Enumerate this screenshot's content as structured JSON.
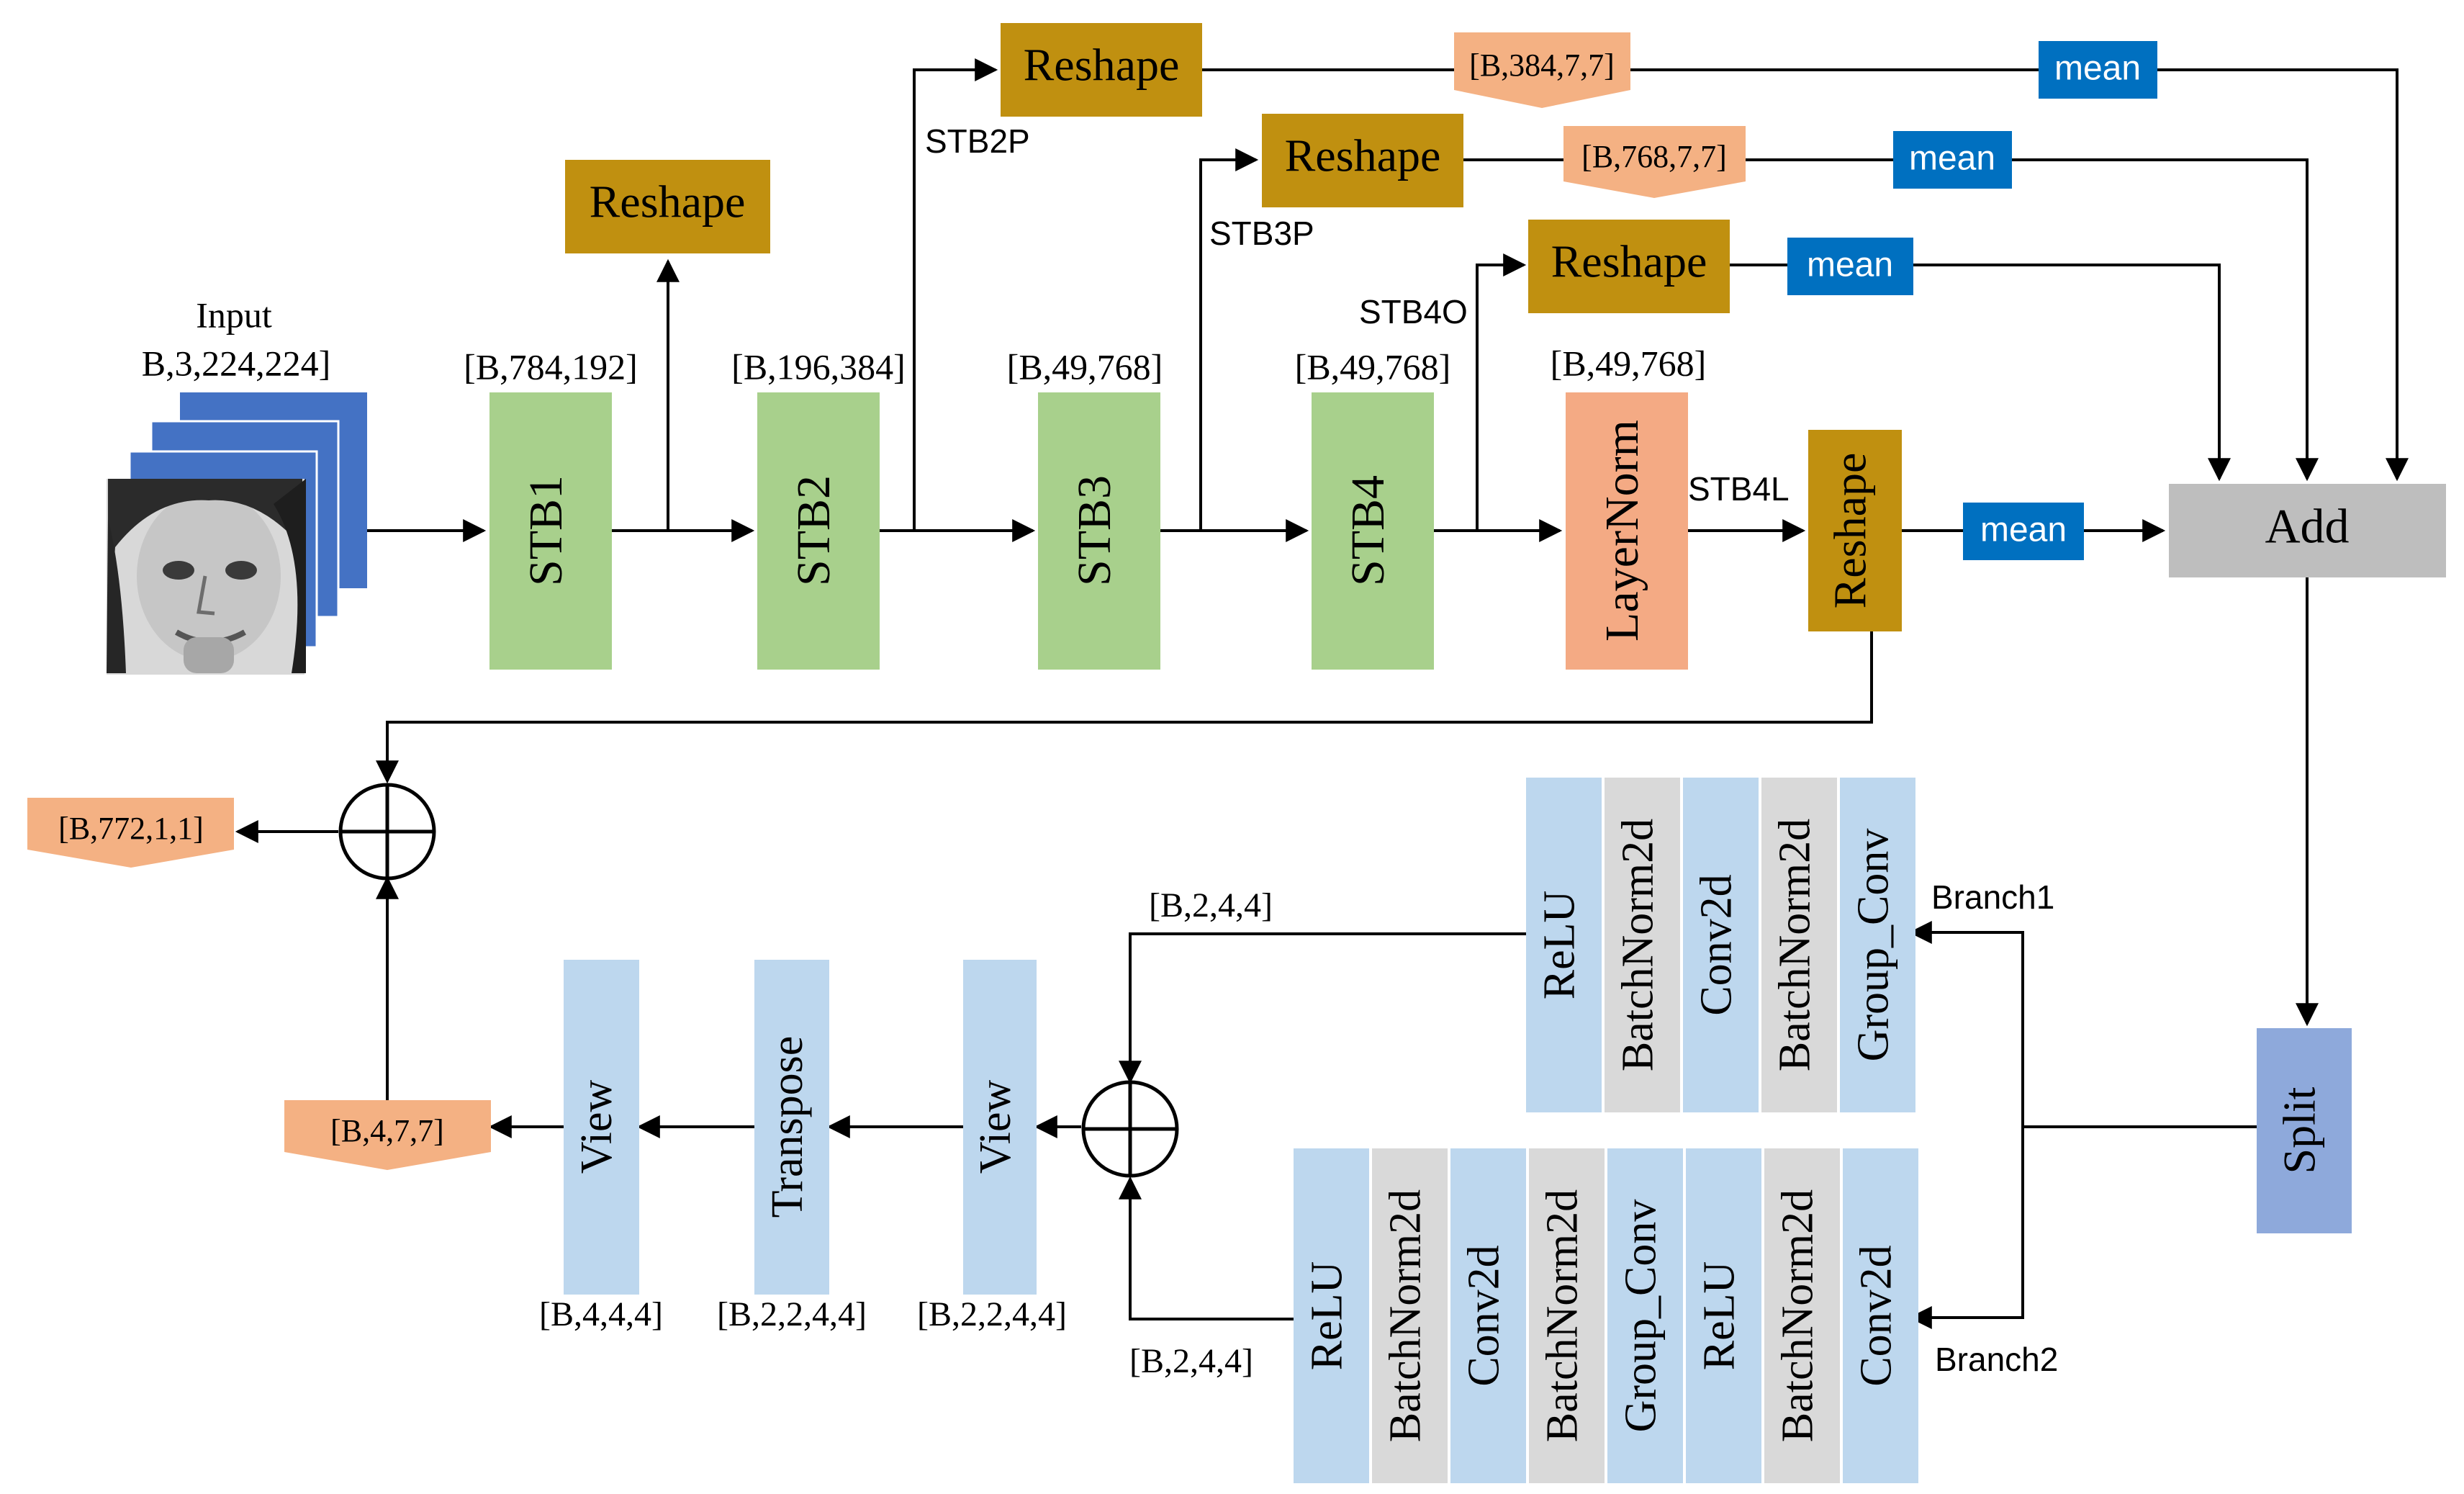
{
  "colors": {
    "reshape": "#C09010",
    "stb": "#A8D08C",
    "layernorm": "#F4AA84",
    "mean": "#0070C0",
    "add": "#BEBEBE",
    "split": "#8EA9DB",
    "blue_block": "#BDD7EE",
    "gray_block": "#D9D9D9",
    "tensor": "#F4B183",
    "input_stack": "#4472C4",
    "line": "#000000"
  },
  "input": {
    "title": "Input",
    "shape": "B,3,224,224]"
  },
  "stages": {
    "stb1": "STB1",
    "stb2": "STB2",
    "stb3": "STB3",
    "stb4": "STB4",
    "layernorm": "LayerNorm"
  },
  "shapes": {
    "s1": "[B,784,192]",
    "s2": "[B,196,384]",
    "s3": "[B,49,768]",
    "s4": "[B,49,768]",
    "s5": "[B,49,768]"
  },
  "reshape": {
    "top_stb1": "Reshape",
    "stb2p": "Reshape",
    "stb3p": "Reshape",
    "stb4o": "Reshape",
    "stb4l": "Reshape"
  },
  "tap_labels": {
    "stb2p": "STB2P",
    "stb3p": "STB3P",
    "stb4o": "STB4O",
    "stb4l": "STB4L"
  },
  "tensors": {
    "t384": "[B,384,7,7]",
    "t768": "[B,768,7,7]",
    "out": "[B,772,1,1]",
    "t4": "[B,4,7,7]"
  },
  "mean": {
    "m1": "mean",
    "m2": "mean",
    "m3": "mean",
    "m4": "mean"
  },
  "add": "Add",
  "split": "Split",
  "branches": {
    "b1": "Branch1",
    "b2": "Branch2"
  },
  "branch1_blocks": [
    "ReLU",
    "BatchNorm2d",
    "Conv2d",
    "BatchNorm2d",
    "Group_Conv"
  ],
  "branch2_blocks": [
    "ReLU",
    "BatchNorm2d",
    "Conv2d",
    "BatchNorm2d",
    "Group_Conv",
    "ReLU",
    "BatchNorm2d",
    "Conv2d"
  ],
  "post": {
    "view1": "View",
    "transpose": "Transpose",
    "view2": "View"
  },
  "post_shapes": {
    "p1": "[B,2,4,4]",
    "p2": "[B,2,4,4]",
    "v1": "[B,2,2,4,4]",
    "tr": "[B,2,2,4,4]",
    "v2": "[B,4,4,4]"
  }
}
